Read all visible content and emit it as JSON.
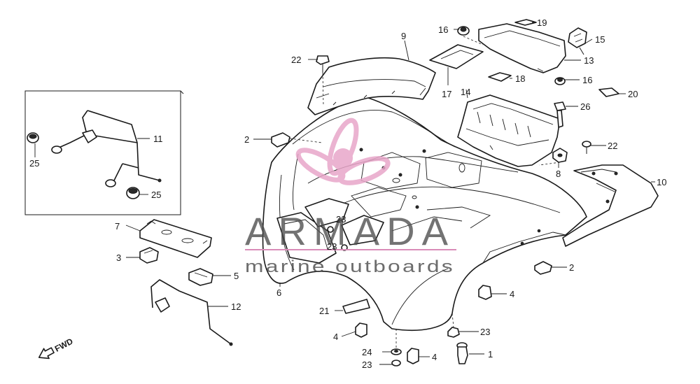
{
  "watermark": {
    "title": "ARMADA",
    "subtitle": "marine outboards",
    "logo_color": "#e8a6c9",
    "rule_color": "#d98cb8"
  },
  "direction_marker": "FWD",
  "callouts": [
    {
      "id": "c1",
      "label": "1"
    },
    {
      "id": "c2a",
      "label": "2"
    },
    {
      "id": "c2b",
      "label": "2"
    },
    {
      "id": "c3",
      "label": "3"
    },
    {
      "id": "c4a",
      "label": "4"
    },
    {
      "id": "c4b",
      "label": "4"
    },
    {
      "id": "c4c",
      "label": "4"
    },
    {
      "id": "c5",
      "label": "5"
    },
    {
      "id": "c6",
      "label": "6"
    },
    {
      "id": "c7",
      "label": "7"
    },
    {
      "id": "c8",
      "label": "8"
    },
    {
      "id": "c9",
      "label": "9"
    },
    {
      "id": "c10",
      "label": "10"
    },
    {
      "id": "c11",
      "label": "11"
    },
    {
      "id": "c12",
      "label": "12"
    },
    {
      "id": "c13",
      "label": "13"
    },
    {
      "id": "c14",
      "label": "14"
    },
    {
      "id": "c15",
      "label": "15"
    },
    {
      "id": "c16a",
      "label": "16"
    },
    {
      "id": "c16b",
      "label": "16"
    },
    {
      "id": "c17",
      "label": "17"
    },
    {
      "id": "c18",
      "label": "18"
    },
    {
      "id": "c19",
      "label": "19"
    },
    {
      "id": "c20",
      "label": "20"
    },
    {
      "id": "c21",
      "label": "21"
    },
    {
      "id": "c22a",
      "label": "22"
    },
    {
      "id": "c22b",
      "label": "22"
    },
    {
      "id": "c23a",
      "label": "23"
    },
    {
      "id": "c23b",
      "label": "23"
    },
    {
      "id": "c23c",
      "label": "23"
    },
    {
      "id": "c23d",
      "label": "23"
    },
    {
      "id": "c24",
      "label": "24"
    },
    {
      "id": "c25a",
      "label": "25"
    },
    {
      "id": "c25b",
      "label": "25"
    },
    {
      "id": "c26",
      "label": "26"
    }
  ]
}
